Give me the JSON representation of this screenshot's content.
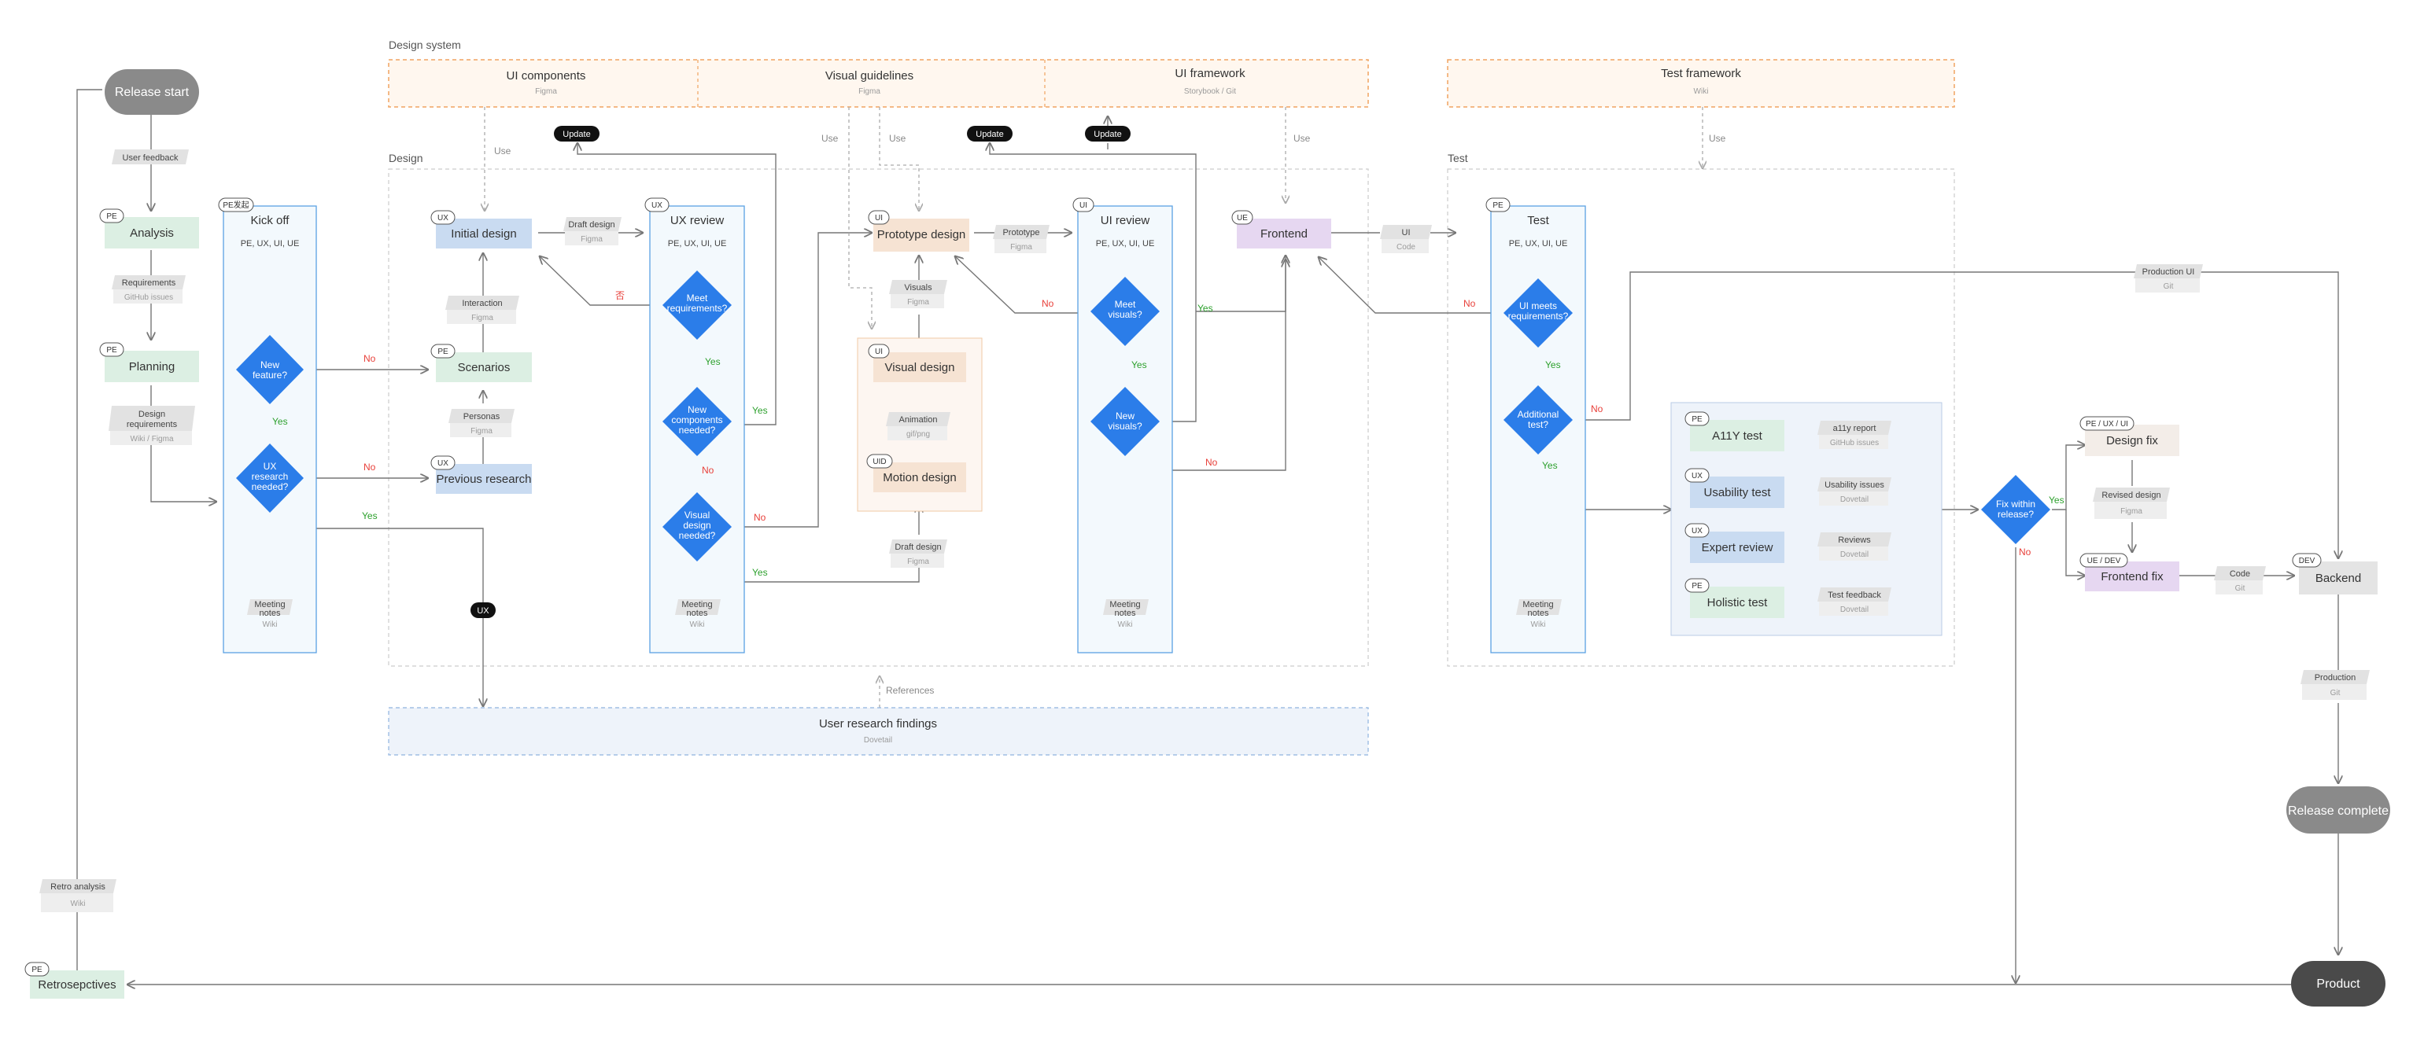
{
  "groups": {
    "design_system": "Design system",
    "design": "Design",
    "test": "Test"
  },
  "design_system_cells": [
    {
      "title": "UI components",
      "sub": "Figma"
    },
    {
      "title": "Visual guidelines",
      "sub": "Figma"
    },
    {
      "title": "UI framework",
      "sub": "Storybook / Git"
    }
  ],
  "test_framework": {
    "title": "Test framework",
    "sub": "Wiki"
  },
  "ovals": {
    "release_start": "Release start",
    "release_complete": "Release complete",
    "product": "Product"
  },
  "left_flow": {
    "analysis": {
      "role": "PE",
      "title": "Analysis"
    },
    "planning": {
      "role": "PE",
      "title": "Planning"
    },
    "retro": {
      "role": "PE",
      "title": "Retrosepctives"
    },
    "user_feedback": "User feedback",
    "requirements": {
      "title": "Requirements",
      "sub": "GitHub issues"
    },
    "design_requirements": {
      "title1": "Design",
      "title2": "requirements",
      "sub": "Wiki / Figma"
    },
    "retro_analysis": {
      "title": "Retro analysis",
      "sub": "Wiki"
    }
  },
  "lanes": {
    "kickoff": {
      "role": "PE发起",
      "title": "Kick off",
      "roles": "PE, UX, UI, UE",
      "notes1": "Meeting",
      "notes2": "notes",
      "notes_sub": "Wiki"
    },
    "ux_review": {
      "role": "UX",
      "title": "UX review",
      "roles": "PE, UX, UI, UE",
      "notes1": "Meeting",
      "notes2": "notes",
      "notes_sub": "Wiki"
    },
    "ui_review": {
      "role": "UI",
      "title": "UI review",
      "roles": "PE, UX, UI, UE",
      "notes1": "Meeting",
      "notes2": "notes",
      "notes_sub": "Wiki"
    },
    "test": {
      "role": "PE",
      "title": "Test",
      "roles": "PE, UX, UI, UE",
      "notes1": "Meeting",
      "notes2": "notes",
      "notes_sub": "Wiki"
    }
  },
  "diamonds": {
    "new_feature": [
      "New",
      "feature?"
    ],
    "ux_research": [
      "UX",
      "research",
      "needed?"
    ],
    "meet_req_ux": [
      "Meet",
      "requirements?"
    ],
    "new_components": [
      "New",
      "components",
      "needed?"
    ],
    "visual_design_needed": [
      "Visual",
      "design",
      "needed?"
    ],
    "meet_visuals": [
      "Meet",
      "visuals?"
    ],
    "new_visuals": [
      "New",
      "visuals?"
    ],
    "ui_meets": [
      "UI meets",
      "requirements?"
    ],
    "additional_test": [
      "Additional",
      "test?"
    ],
    "fix_within": [
      "Fix within",
      "release?"
    ]
  },
  "design_nodes": {
    "initial_design": {
      "role": "UX",
      "title": "Initial design"
    },
    "scenarios": {
      "role": "PE",
      "title": "Scenarios"
    },
    "previous_research": {
      "role": "UX",
      "title": "Previous research"
    },
    "prototype_design": {
      "role": "UI",
      "title": "Prototype design"
    },
    "visual_design": {
      "role": "UI",
      "title": "Visual design"
    },
    "motion_design": {
      "role": "UID",
      "title": "Motion design"
    },
    "frontend": {
      "role": "UE",
      "title": "Frontend"
    }
  },
  "artifacts": {
    "draft_design_1": {
      "title": "Draft design",
      "sub": "Figma"
    },
    "interaction": {
      "title": "Interaction",
      "sub": "Figma"
    },
    "personas": {
      "title": "Personas",
      "sub": "Figma"
    },
    "prototype": {
      "title": "Prototype",
      "sub": "Figma"
    },
    "visuals": {
      "title": "Visuals",
      "sub": "Figma"
    },
    "animation": {
      "title": "Animation",
      "sub": "gif/png"
    },
    "draft_design_2": {
      "title": "Draft design",
      "sub": "Figma"
    },
    "ui_code": {
      "title": "UI",
      "sub": "Code"
    },
    "production_ui": {
      "title": "Production UI",
      "sub": "Git"
    },
    "revised_design": {
      "title": "Revised design",
      "sub": "Figma"
    },
    "code": {
      "title": "Code",
      "sub": "Git"
    },
    "production": {
      "title": "Production",
      "sub": "Git"
    }
  },
  "tests": [
    {
      "role": "PE",
      "title": "A11Y test",
      "artifact": "a11y report",
      "sub": "GitHub issues"
    },
    {
      "role": "UX",
      "title": "Usability test",
      "artifact": "Usability issues",
      "sub": "Dovetail"
    },
    {
      "role": "UX",
      "title": "Expert review",
      "artifact": "Reviews",
      "sub": "Dovetail"
    },
    {
      "role": "PE",
      "title": "Holistic test",
      "artifact": "Test feedback",
      "sub": "Dovetail"
    }
  ],
  "fix_nodes": {
    "design_fix": {
      "role": "PE / UX / UI",
      "title": "Design fix"
    },
    "frontend_fix": {
      "role": "UE / DEV",
      "title": "Frontend fix"
    },
    "backend": {
      "role": "DEV",
      "title": "Backend"
    }
  },
  "labels": {
    "use": "Use",
    "update": "Update",
    "yes": "Yes",
    "no": "No",
    "no_cn": "否",
    "ux": "UX",
    "references": "References"
  },
  "research_findings": {
    "title": "User research findings",
    "sub": "Dovetail"
  },
  "colors": {
    "green": "#dcefe3",
    "blue": "#c9dbf1",
    "peach": "#f6e3d3",
    "purple": "#e6d7f1",
    "grey": "#e4e4e4",
    "diamond": "#2b7de9",
    "orange_border": "#f0a460",
    "oval": "#8a8a8a"
  }
}
